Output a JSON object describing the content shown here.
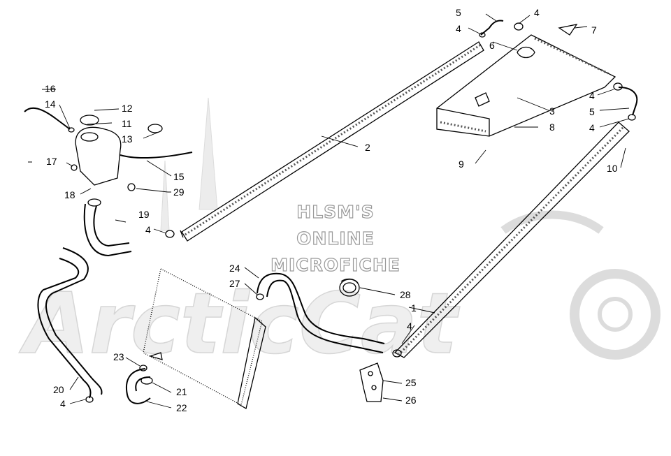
{
  "watermark": {
    "lines": [
      "HLSM'S",
      "ONLINE",
      "MICROFICHE"
    ],
    "logo": "ArcticCat"
  },
  "callouts": [
    {
      "id": "c1",
      "text": "1"
    },
    {
      "id": "c2",
      "text": "2"
    },
    {
      "id": "c3",
      "text": "3"
    },
    {
      "id": "c4a",
      "text": "4"
    },
    {
      "id": "c4b",
      "text": "4"
    },
    {
      "id": "c4c",
      "text": "4"
    },
    {
      "id": "c4d",
      "text": "4"
    },
    {
      "id": "c4e",
      "text": "4"
    },
    {
      "id": "c4f",
      "text": "4"
    },
    {
      "id": "c4g",
      "text": "4"
    },
    {
      "id": "c5a",
      "text": "5"
    },
    {
      "id": "c5b",
      "text": "5"
    },
    {
      "id": "c6",
      "text": "6"
    },
    {
      "id": "c7",
      "text": "7"
    },
    {
      "id": "c8",
      "text": "8"
    },
    {
      "id": "c9",
      "text": "9"
    },
    {
      "id": "c10",
      "text": "10"
    },
    {
      "id": "c11",
      "text": "11"
    },
    {
      "id": "c12",
      "text": "12"
    },
    {
      "id": "c13",
      "text": "13"
    },
    {
      "id": "c14",
      "text": "14"
    },
    {
      "id": "c15",
      "text": "15"
    },
    {
      "id": "c16",
      "text": "16"
    },
    {
      "id": "c17",
      "text": "17"
    },
    {
      "id": "c18",
      "text": "18"
    },
    {
      "id": "c19",
      "text": "19"
    },
    {
      "id": "c20",
      "text": "20"
    },
    {
      "id": "c21",
      "text": "21"
    },
    {
      "id": "c22",
      "text": "22"
    },
    {
      "id": "c23",
      "text": "23"
    },
    {
      "id": "c24",
      "text": "24"
    },
    {
      "id": "c25",
      "text": "25"
    },
    {
      "id": "c26",
      "text": "26"
    },
    {
      "id": "c27",
      "text": "27"
    },
    {
      "id": "c28",
      "text": "28"
    },
    {
      "id": "c29",
      "text": "29"
    }
  ]
}
